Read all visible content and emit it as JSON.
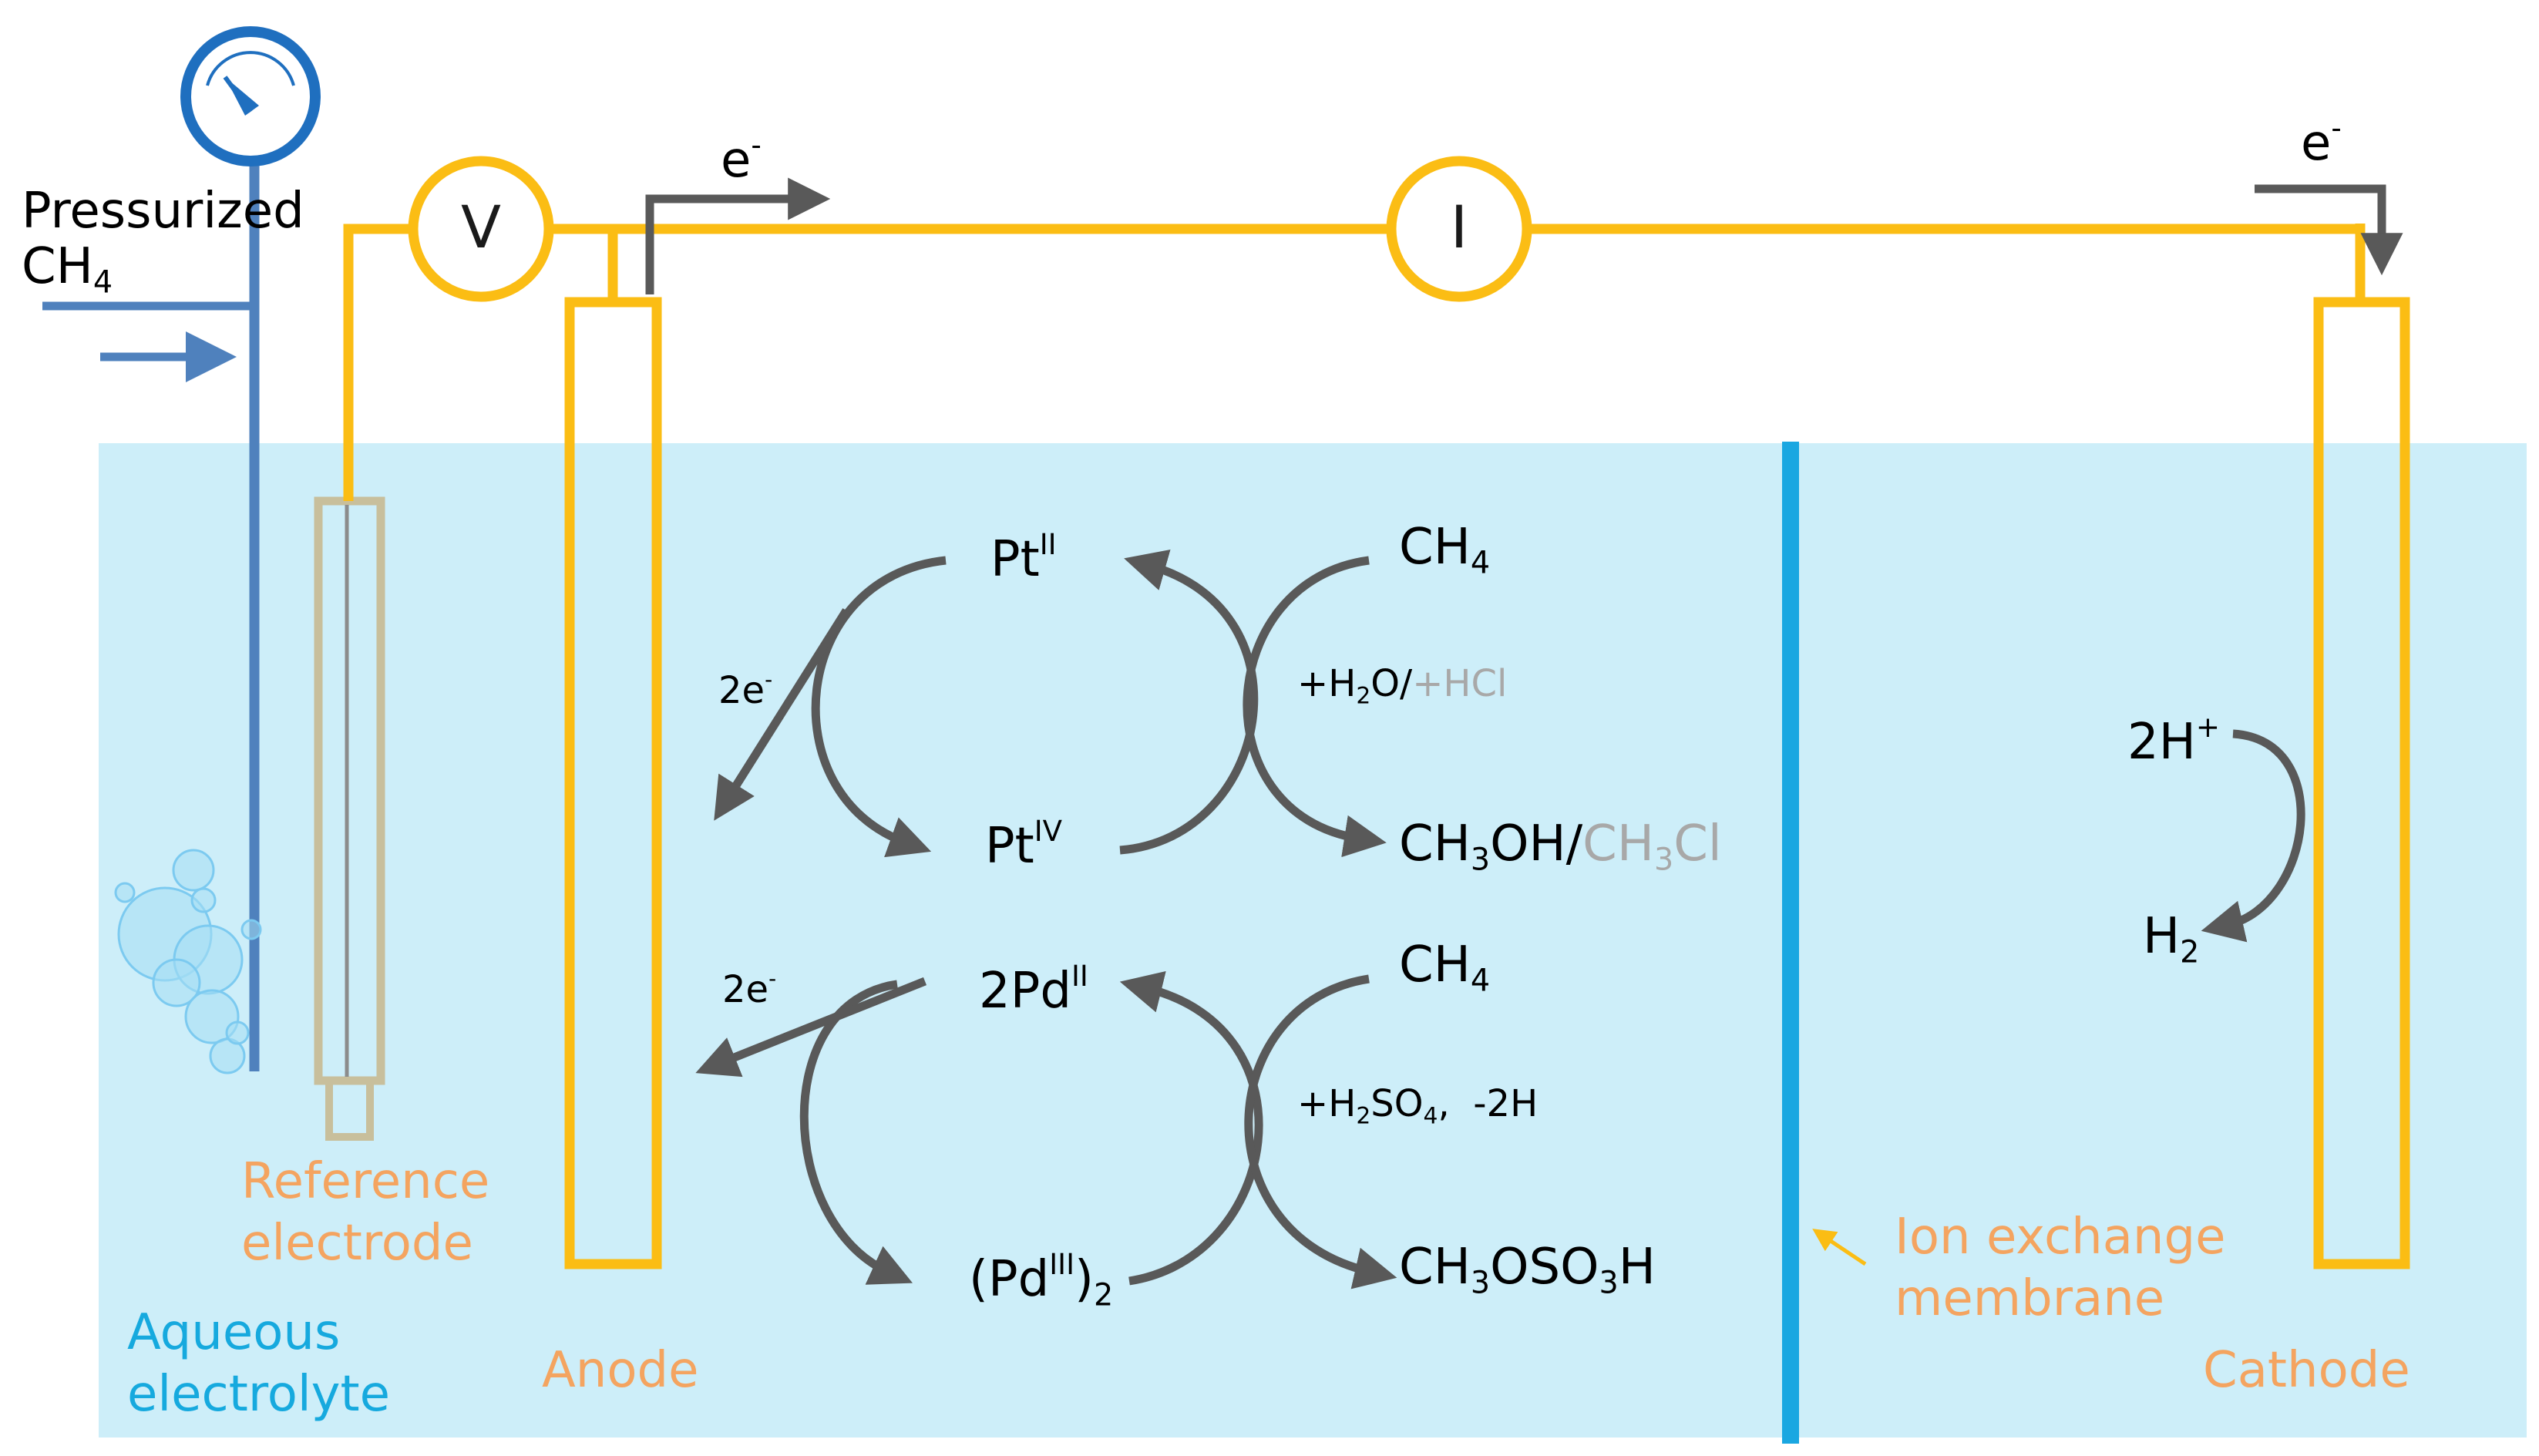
{
  "colors": {
    "tank": "#cdeef9",
    "wire": "#fbbd14",
    "gas_line": "#4f81bd",
    "gauge": "#1f6fbf",
    "membrane": "#1aa7e1",
    "arrow": "#595959",
    "orange_label": "#f4a460",
    "blue_label": "#16a9de",
    "gray_text": "#a8a8a8",
    "ref_electrode": "#c8bf9c"
  },
  "feed": {
    "line1": "Pressurized",
    "ch": "CH",
    "n": "4"
  },
  "meters": {
    "voltage": "V",
    "current": "I"
  },
  "electron": {
    "e": "e",
    "minus": "-"
  },
  "labels": {
    "reference": [
      "Reference",
      "electrode"
    ],
    "aqueous": [
      "Aqueous",
      "electrolyte"
    ],
    "anode": "Anode",
    "membrane": [
      "Ion exchange",
      "membrane"
    ],
    "cathode": "Cathode"
  },
  "pt_cycle": {
    "pt2": {
      "base": "Pt",
      "ox": "II"
    },
    "pt4": {
      "base": "Pt",
      "ox": "IV"
    },
    "two_e": {
      "base": "2e",
      "sup": "-"
    },
    "ch4": {
      "base": "CH",
      "n": "4"
    },
    "reagent": {
      "p1": "+H",
      "n": "2",
      "p2": "O/",
      "gray": "+HCl"
    },
    "product": {
      "p1": "CH",
      "n1": "3",
      "p2": "OH/",
      "g1": "CH",
      "gn": "3",
      "g2": "Cl"
    }
  },
  "pd_cycle": {
    "pd2": {
      "base": "2Pd",
      "ox": "II"
    },
    "pd3": {
      "open": "(Pd",
      "ox": "III",
      "close": ")",
      "n": "2"
    },
    "two_e": {
      "base": "2e",
      "sup": "-"
    },
    "ch4": {
      "base": "CH",
      "n": "4"
    },
    "reagent": {
      "p1": "+H",
      "n1": "2",
      "p2": "SO",
      "n2": "4",
      "p3": ",  -2H"
    },
    "product": {
      "p1": "CH",
      "n1": "3",
      "p2": "OSO",
      "n2": "3",
      "p3": "H"
    }
  },
  "cathode_rxn": {
    "h_plus": {
      "base": "2H",
      "sup": "+"
    },
    "h2": {
      "base": "H",
      "n": "2"
    }
  }
}
